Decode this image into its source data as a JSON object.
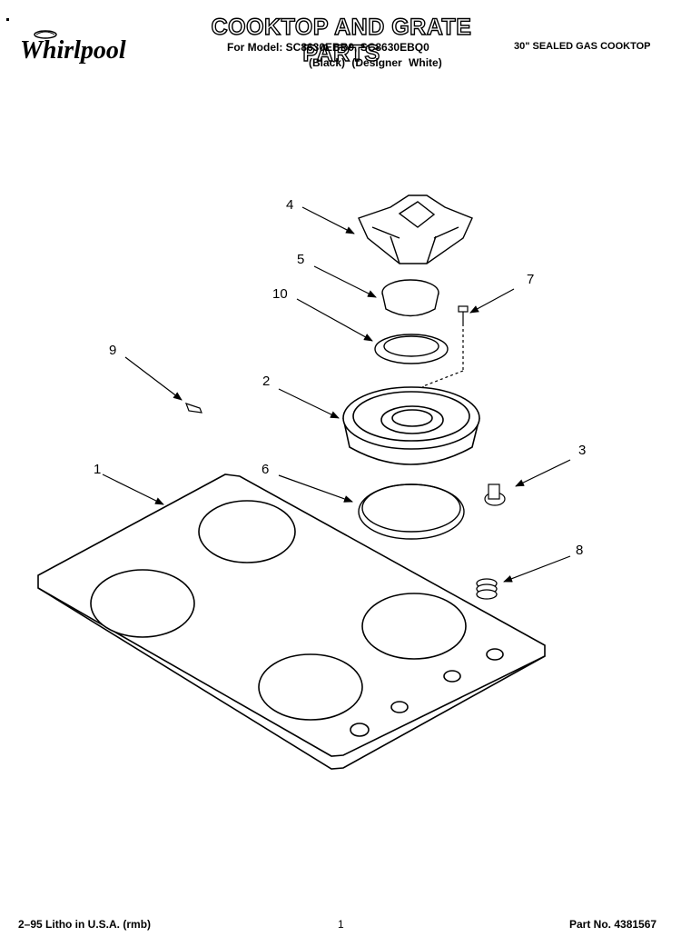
{
  "header": {
    "brand": "Whirlpool",
    "title": "COOKTOP AND GRATE PARTS",
    "model_line": "For Model: SC8630EBB0, SC8630EBQ0",
    "finish_black": "(Black)",
    "finish_white": "(Designer White)",
    "product": "30\" SEALED GAS COOKTOP"
  },
  "parts": [
    {
      "num": "1"
    },
    {
      "num": "2"
    },
    {
      "num": "3"
    },
    {
      "num": "4"
    },
    {
      "num": "5"
    },
    {
      "num": "6"
    },
    {
      "num": "7"
    },
    {
      "num": "8"
    },
    {
      "num": "9"
    },
    {
      "num": "10"
    }
  ],
  "footer": {
    "litho": "2–95 Litho in U.S.A. (rmb)",
    "page": "1",
    "part_no": "Part No. 4381567"
  }
}
